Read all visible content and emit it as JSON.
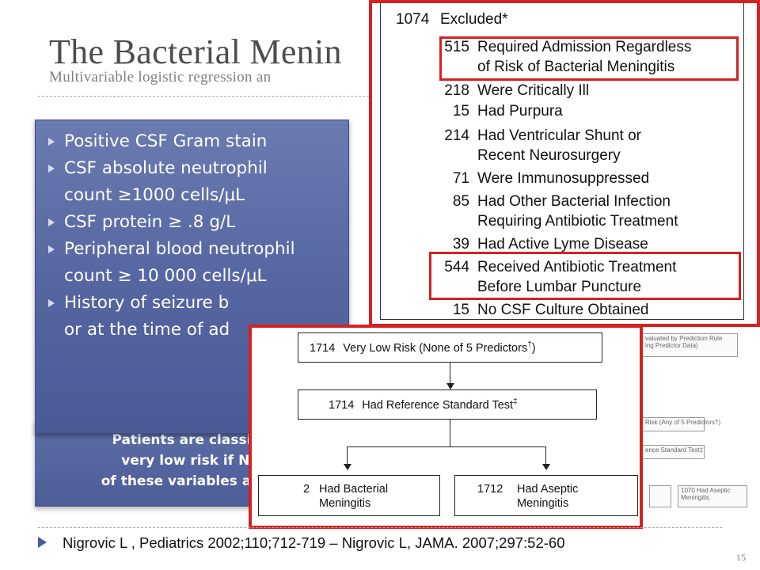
{
  "slide": {
    "title": "The Bacterial Menin",
    "subtitle": "Multivariable logistic regression an",
    "slide_number": "15"
  },
  "criteria": {
    "items": [
      {
        "segments": [
          "Positive CSF Gram stain"
        ]
      },
      {
        "segments": [
          "CSF absolute neutrophil",
          "count ≥1000 cells/μL"
        ]
      },
      {
        "segments": [
          "CSF protein ≥ .8 g/L"
        ]
      },
      {
        "segments": [
          "Peripheral blood neutrophil",
          "count ≥ 10 000 cells/μL"
        ]
      },
      {
        "segments": [
          "History of seizure b",
          "or at the time of ad"
        ]
      }
    ]
  },
  "note": {
    "lines": [
      "Patients are classifie",
      "very low risk if NO",
      "of these variables are p"
    ]
  },
  "excluded": {
    "header_num": "1074",
    "header_label": "Excluded*",
    "rows": [
      {
        "num": "515",
        "lines": [
          "Required Admission Regardless",
          "of Risk of Bacterial Meningitis"
        ]
      },
      {
        "num": "218",
        "lines": [
          "Were Critically Ill"
        ]
      },
      {
        "num": "15",
        "lines": [
          "Had Purpura"
        ]
      },
      {
        "num": "214",
        "lines": [
          "Had Ventricular Shunt or",
          "Recent Neurosurgery"
        ]
      },
      {
        "num": "71",
        "lines": [
          "Were Immunosuppressed"
        ]
      },
      {
        "num": "85",
        "lines": [
          "Had Other Bacterial Infection",
          "Requiring Antibiotic Treatment"
        ]
      },
      {
        "num": "39",
        "lines": [
          "Had Active Lyme Disease"
        ]
      },
      {
        "num": "544",
        "lines": [
          "Received Antibiotic Treatment",
          "Before Lumbar Puncture"
        ]
      },
      {
        "num": "15",
        "lines": [
          "No CSF Culture Obtained"
        ]
      }
    ]
  },
  "flow": {
    "very_low_risk": {
      "num": "1714",
      "label": "Very Low Risk (None of 5 Predictors",
      "sup": "†",
      "close": ")"
    },
    "reference_test": {
      "num": "1714",
      "label": "Had Reference Standard Test",
      "sup": "‡"
    },
    "bacterial": {
      "num": "2",
      "lines": [
        "Had Bacterial",
        "Meningitis"
      ]
    },
    "aseptic": {
      "num": "1712",
      "lines": [
        "Had Aseptic",
        "Meningitis"
      ]
    }
  },
  "faded": {
    "box1": [
      "valuated by Prediction Rule",
      "ing Predictor Data)"
    ],
    "box2": "Risk (Any of 5 Predictors†)",
    "box3": "ence Standard Test‡",
    "box4": [
      "1070 Had Aseptic",
      "Meningitis"
    ]
  },
  "footer": {
    "citation": "Nigrovic L , Pediatrics 2002;110;712-719 – Nigrovic L, JAMA. 2007;297:52-60"
  },
  "colors": {
    "accent_red": "#d62121",
    "card_blue": "#5465a0",
    "title_gray": "#4d4d4d"
  }
}
